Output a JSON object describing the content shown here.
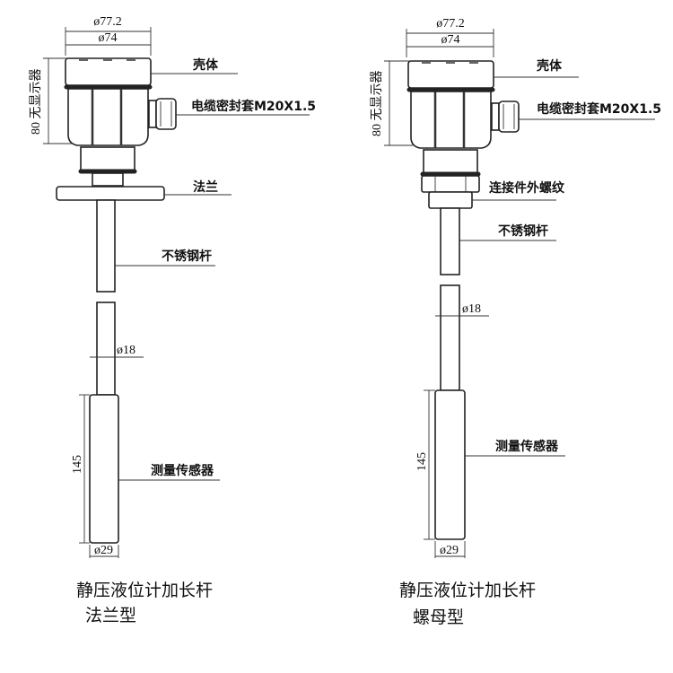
{
  "left": {
    "dia_outer": "ø77.2",
    "dia_inner": "ø74",
    "height_label": "80 无显示器",
    "housing": "壳体",
    "cable_gland": "电缆密封套M20X1.5",
    "flange": "法兰",
    "rod": "不锈钢杆",
    "rod_dia": "ø18",
    "sensor_len": "145",
    "sensor": "测量传感器",
    "sensor_dia": "ø29",
    "caption_line1": "静压液位计加长杆",
    "caption_line2": "法兰型"
  },
  "right": {
    "dia_outer": "ø77.2",
    "dia_inner": "ø74",
    "height_label": "80 无显示器",
    "housing": "壳体",
    "cable_gland": "电缆密封套M20X1.5",
    "thread": "连接件外螺纹",
    "rod": "不锈钢杆",
    "rod_dia": "ø18",
    "sensor_len": "145",
    "sensor": "测量传感器",
    "sensor_dia": "ø29",
    "caption_line1": "静压液位计加长杆",
    "caption_line2": "螺母型"
  }
}
